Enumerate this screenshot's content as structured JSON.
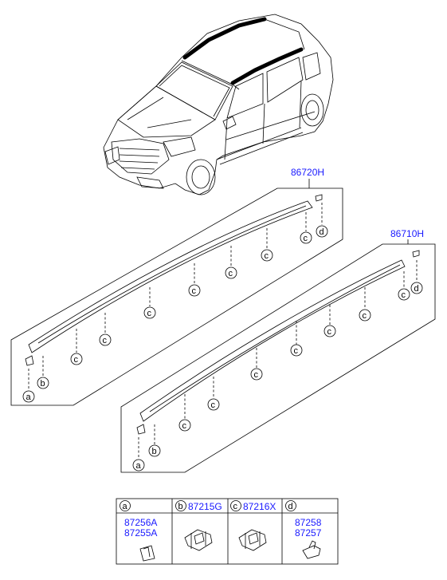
{
  "labels": {
    "upper_part": "86720H",
    "lower_part": "86710H",
    "callout_a": "a",
    "callout_b": "b",
    "callout_c": "c",
    "callout_d": "d"
  },
  "table": {
    "headers": [
      {
        "letter": "a",
        "part": ""
      },
      {
        "letter": "b",
        "part": "87215G"
      },
      {
        "letter": "c",
        "part": "87216X"
      },
      {
        "letter": "d",
        "part": ""
      }
    ],
    "cells": [
      {
        "parts": [
          "87256A",
          "87255A"
        ]
      },
      {
        "parts": []
      },
      {
        "parts": []
      },
      {
        "parts": [
          "87258",
          "87257"
        ]
      }
    ]
  },
  "colors": {
    "part_number": "#1a1aff",
    "line": "#000000"
  }
}
